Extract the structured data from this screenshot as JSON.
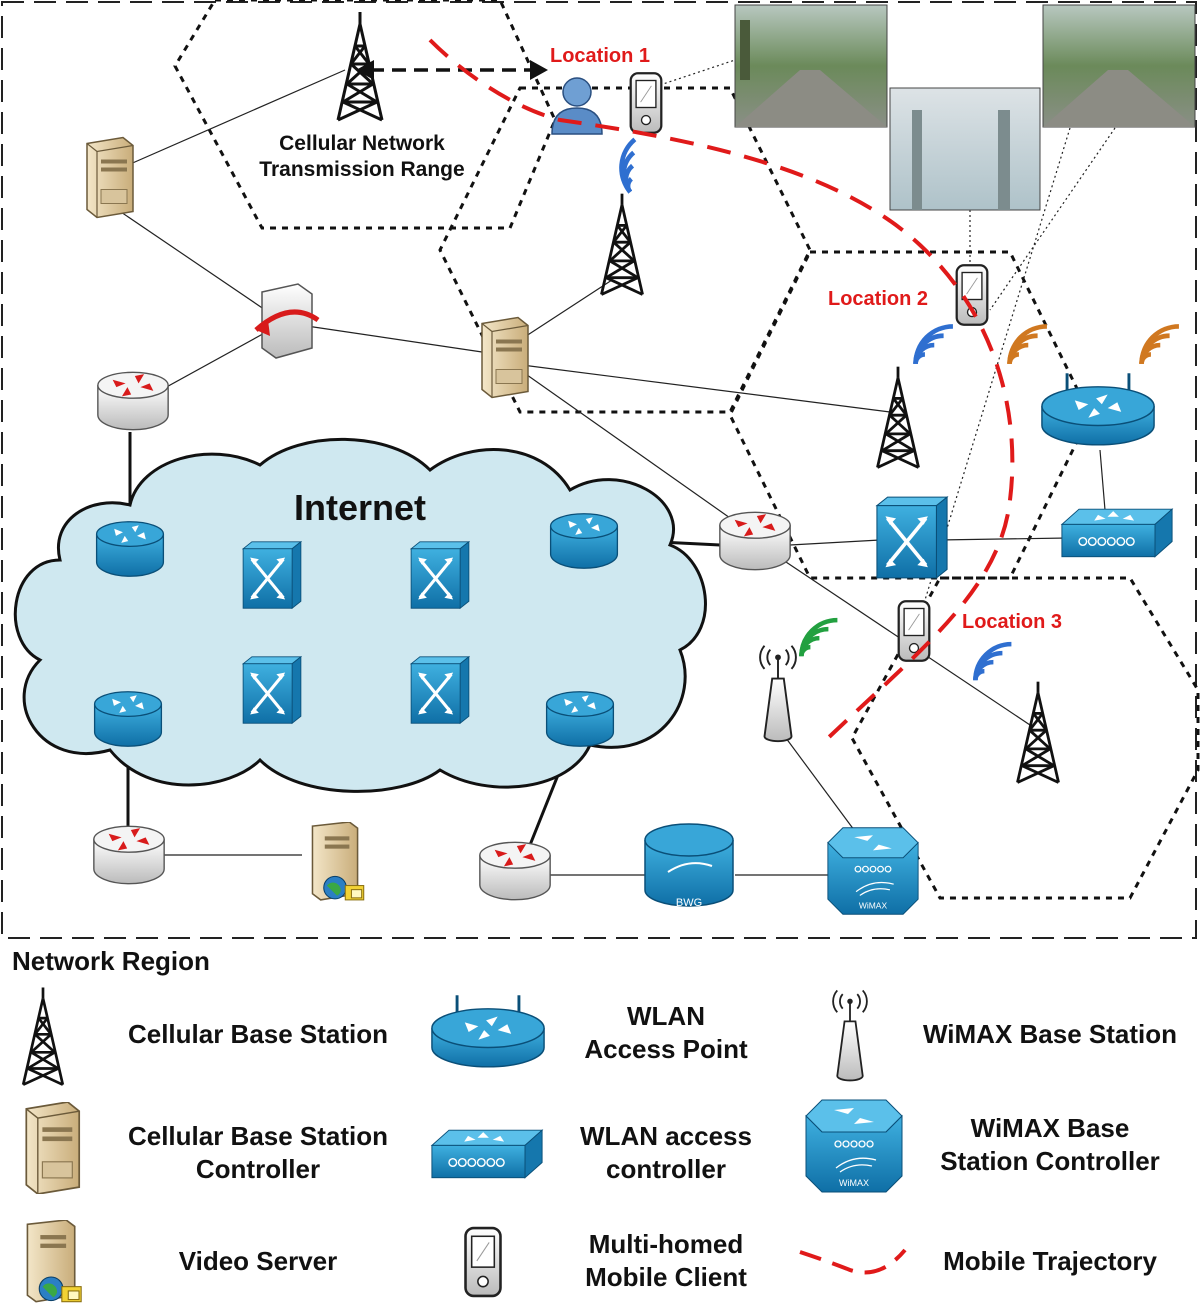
{
  "diagram": {
    "internet_label": "Internet",
    "cellular_range_line1": "Cellular Network",
    "cellular_range_line2": "Transmission Range",
    "location_1": "Location 1",
    "location_2": "Location 2",
    "location_3": "Location 3",
    "bwg_label": "BWG",
    "wimax_label": "WiMAX"
  },
  "legend": {
    "title": "Network Region",
    "cellular_bs": "Cellular Base Station",
    "cellular_bsc_1": "Cellular Base Station",
    "cellular_bsc_2": "Controller",
    "video_server": "Video Server",
    "wlan_ap_1": "WLAN",
    "wlan_ap_2": "Access Point",
    "wlan_ac_1": "WLAN access",
    "wlan_ac_2": "controller",
    "mobile_1": "Multi-homed",
    "mobile_2": "Mobile Client",
    "wimax_bs": "WiMAX Base Station",
    "wimax_bsc_1": "WiMAX Base",
    "wimax_bsc_2": "Station Controller",
    "trajectory": "Mobile Trajectory"
  },
  "colors": {
    "cisco_blue": "#1f8fc6",
    "cloud_fill": "#cfe8f0",
    "trajectory_red": "#e01a1a",
    "wifi_blue": "#2f6fd0",
    "wifi_orange": "#d07820",
    "wifi_green": "#22a040"
  },
  "icons": [
    "cellular-tower-icon",
    "server-icon",
    "router-icon",
    "switch-icon",
    "wlan-ap-icon",
    "wlan-controller-icon",
    "wimax-bs-icon",
    "wimax-controller-icon",
    "mobile-client-icon",
    "user-icon",
    "video-server-icon",
    "wifi-signal-icon",
    "firewall-icon"
  ]
}
